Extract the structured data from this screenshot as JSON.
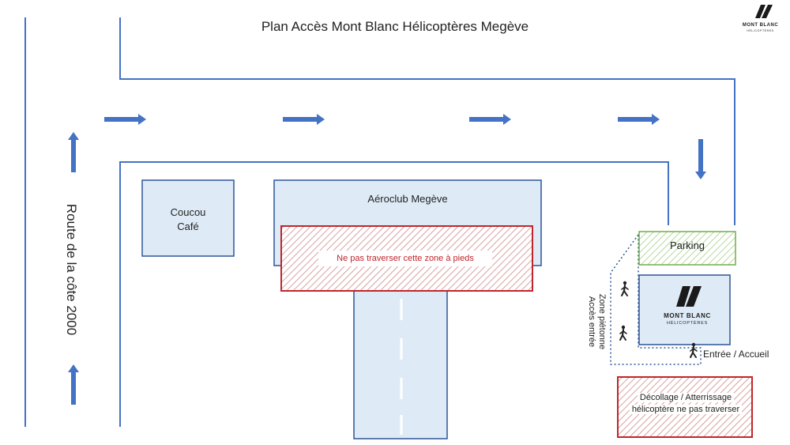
{
  "title": "Plan Accès Mont Blanc Hélicoptères Megève",
  "brand": {
    "name": "MONT BLANC",
    "sub": "HÉLICOPTÈRES",
    "logo_icon": "mont-blanc-logo-icon"
  },
  "labels": {
    "road": "Route de la côte 2000",
    "coucou_line1": "Coucou",
    "coucou_line2": "Café",
    "aeroclub": "Aéroclub Megève",
    "no_cross_zone": "Ne pas traverser cette zone à pieds",
    "parking": "Parking",
    "pedestrian_zone_line1": "Zone piétonne",
    "pedestrian_zone_line2": "Accès entrée",
    "entrance": "Entrée / Accueil",
    "helipad_line1": "Décollage / Atterrissage",
    "helipad_line2": "hélicoptère ne pas traverser"
  },
  "colors": {
    "road_line": "#4472c4",
    "arrow": "#4472c4",
    "building_fill": "#deebf7",
    "building_border": "#2f5597",
    "danger": "#c0262a",
    "parking_border": "#70ad47",
    "hatch": "#d8a0a0"
  },
  "icons": [
    "arrow-right-icon",
    "arrow-down-icon",
    "arrow-up-icon",
    "pedestrian-icon"
  ]
}
